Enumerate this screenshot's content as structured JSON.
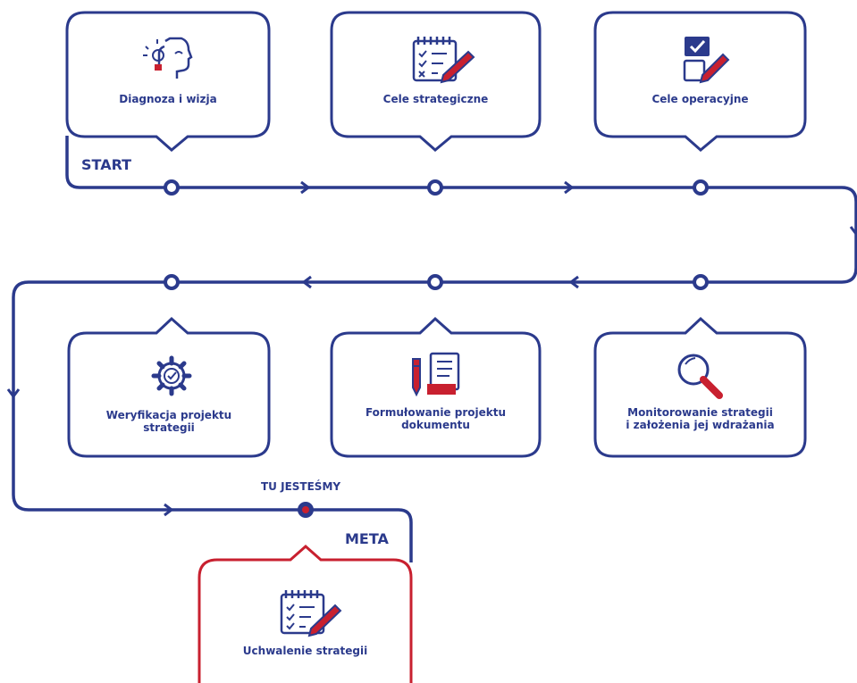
{
  "colors": {
    "primary": "#2b3a8c",
    "accent": "#c8202f"
  },
  "labels": {
    "start": "START",
    "meta": "META",
    "here": "TU JESTEŚMY"
  },
  "steps": [
    {
      "title": "Diagnoza i wizja",
      "icon": "thinking-head-lightbulb-icon",
      "current": false
    },
    {
      "title": "Cele strategiczne",
      "icon": "checklist-notepad-icon",
      "current": false
    },
    {
      "title": "Cele operacyjne",
      "icon": "checkbox-edit-icon",
      "current": false
    },
    {
      "title": "Monitorowanie strategii\ni założenia jej wdrażania",
      "icon": "magnifier-icon",
      "current": false
    },
    {
      "title": "Formułowanie projektu\ndokumentu",
      "icon": "pencil-scroll-icon",
      "current": false
    },
    {
      "title": "Weryfikacja projektu\nstrategii",
      "icon": "gear-check-icon",
      "current": false
    },
    {
      "title": "Uchwalenie strategii",
      "icon": "checklist-notepad-icon",
      "current": true
    }
  ]
}
